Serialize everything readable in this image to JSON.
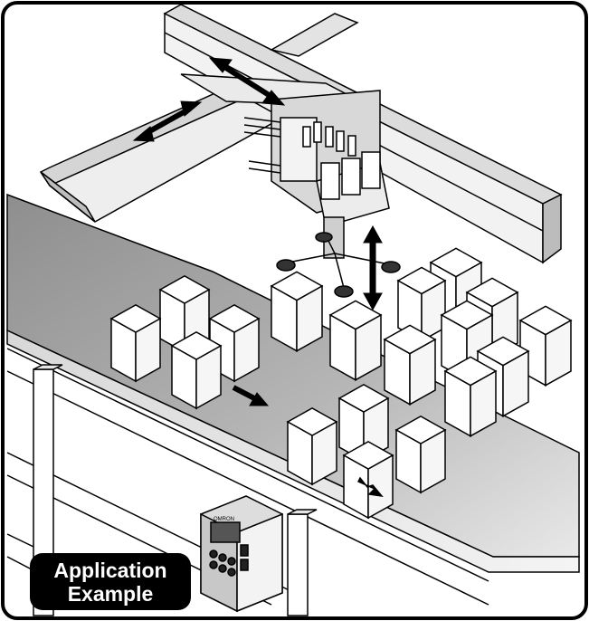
{
  "badge": {
    "line1": "Application",
    "line2": "Example"
  },
  "controller": {
    "brand_text": "OMRON"
  },
  "colors": {
    "belt_top": "#9a9a9a",
    "belt_light": "#e4e4e4",
    "outline": "#000000",
    "badge_bg": "#000000",
    "badge_text": "#ffffff"
  }
}
